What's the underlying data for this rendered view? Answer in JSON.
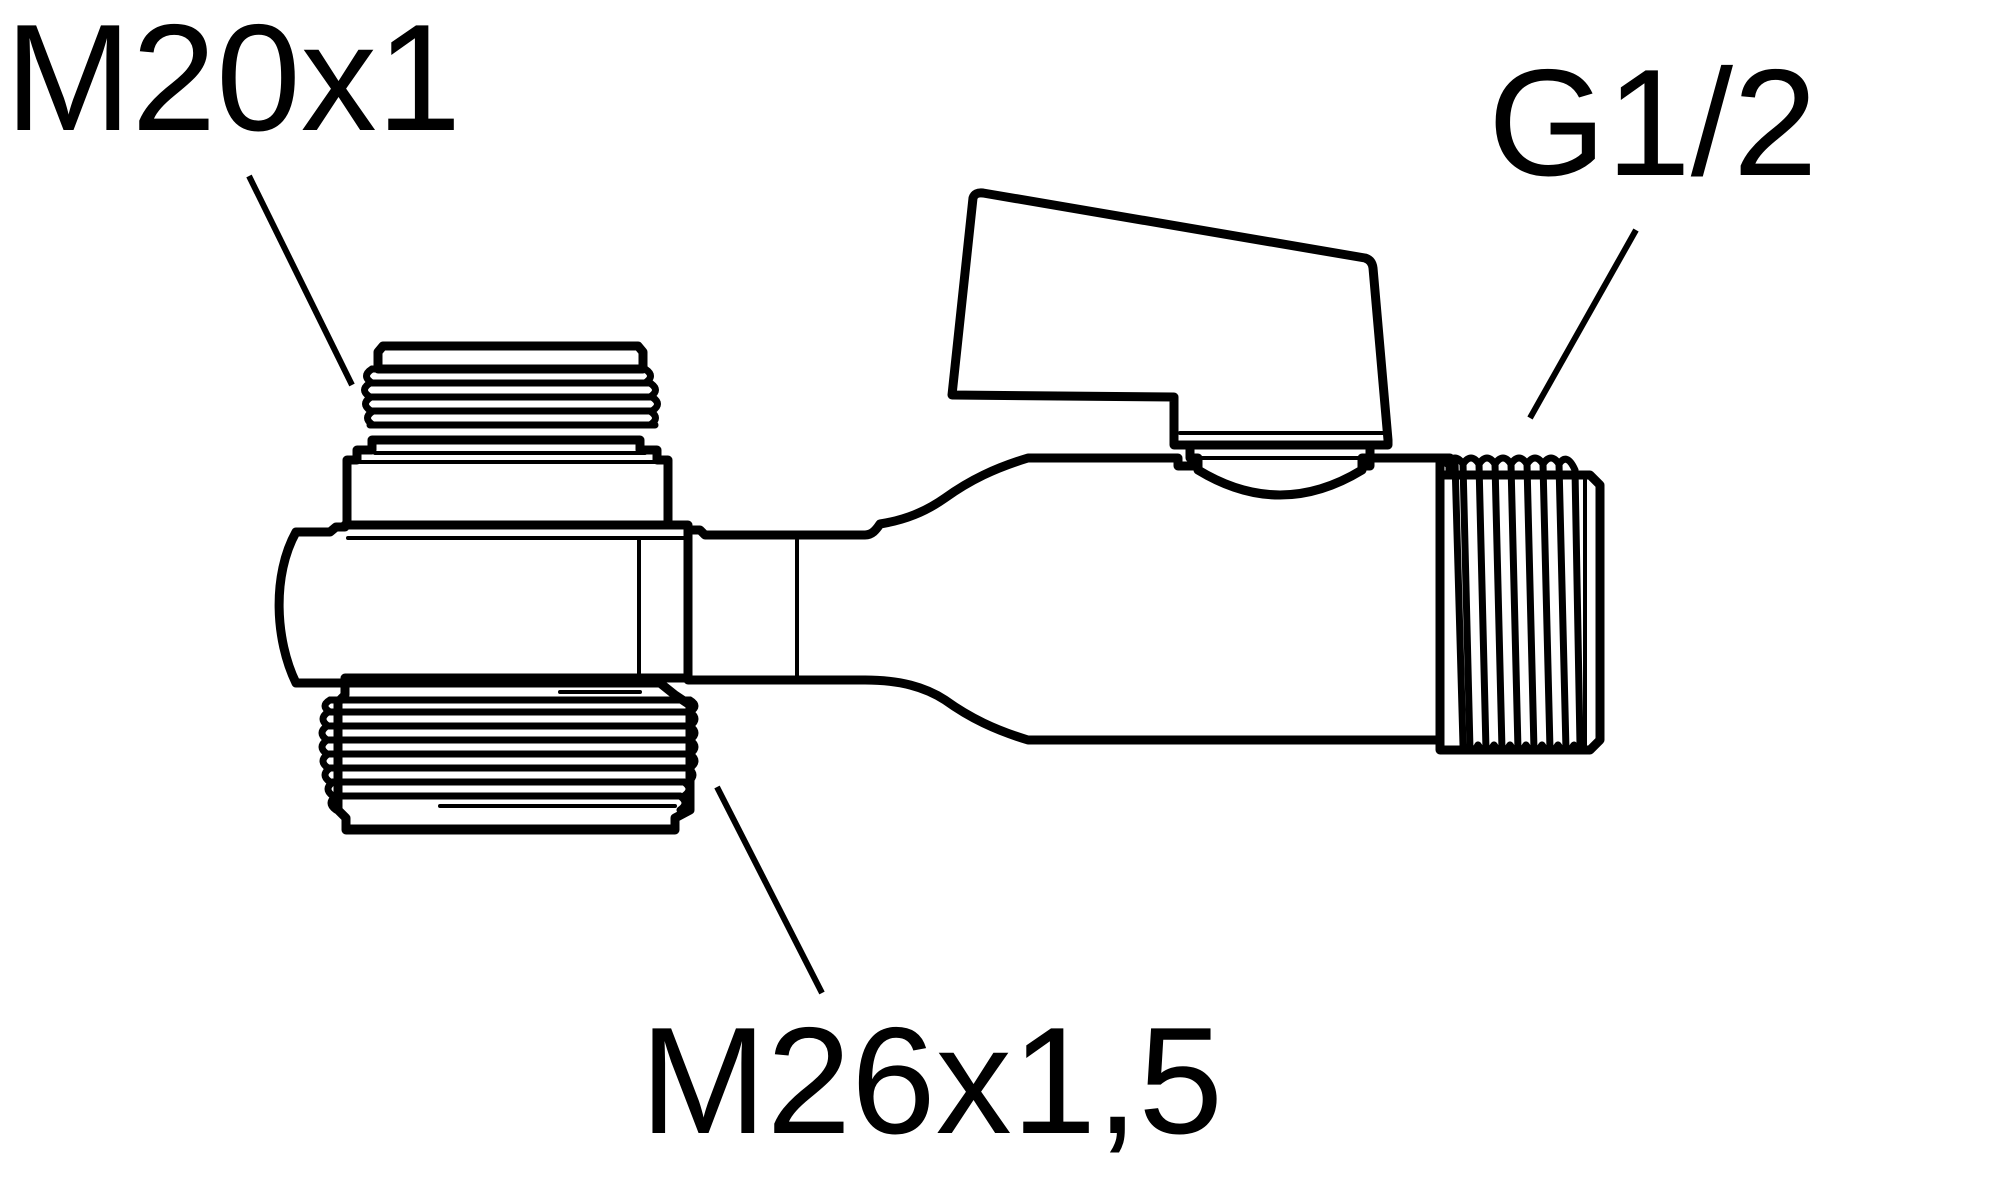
{
  "labels": {
    "top_left": "M20x1",
    "top_right": "G1/2",
    "bottom": "M26x1,5"
  },
  "colors": {
    "line": "#000000",
    "background": "#ffffff"
  }
}
